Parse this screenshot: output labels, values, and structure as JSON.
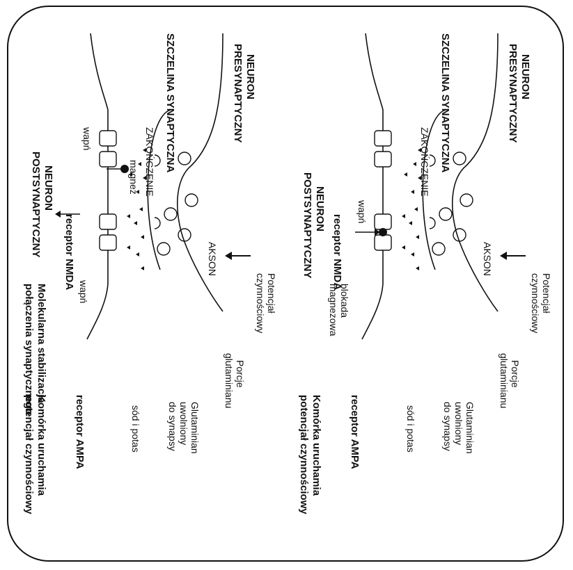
{
  "panels": [
    {
      "id": "top",
      "presynaptic_neuron": [
        "NEURON",
        "PRESYNAPTYCZNY"
      ],
      "synaptic_cleft": "SZCZELINA SYNAPTYCZNA",
      "postsynaptic_neuron": [
        "NEURON",
        "POSTSYNAPTYCZNY"
      ],
      "axon": "AKSON",
      "terminal": "ZAKOŃCZENIE",
      "action_potential": [
        "Potencjał",
        "czynnościowy"
      ],
      "glutamate_portions": [
        "Porcje",
        "glutaminianu"
      ],
      "glutamate_released": [
        "Glutaminian",
        "uwolniony",
        "do synapsy"
      ],
      "sodium_potassium": "sód i potas",
      "ampa_receptor": "receptor AMPA",
      "nmda_receptor": "receptor NMDA",
      "cell_fires": [
        "Komórka uruchamia",
        "potencjał czynnościowy"
      ],
      "magnesium_block": [
        "blokada",
        "magnezowa"
      ],
      "calcium": "wapń"
    },
    {
      "id": "bottom",
      "presynaptic_neuron": [
        "NEURON",
        "PRESYNAPTYCZNY"
      ],
      "synaptic_cleft": "SZCZELINA SYNAPTYCZNA",
      "postsynaptic_neuron": [
        "NEURON",
        "POSTSYNAPTYCZNY"
      ],
      "axon": "AKSON",
      "terminal": "ZAKOŃCZENIE",
      "action_potential": [
        "Potencjał",
        "czynnościowy"
      ],
      "glutamate_portions": [
        "Porcje",
        "glutaminianu"
      ],
      "glutamate_released": [
        "Glutaminian",
        "uwolniony",
        "do synapsy"
      ],
      "sodium_potassium": "sód i potas",
      "ampa_receptor": "receptor AMPA",
      "nmda_receptor": "receptor NMDA",
      "cell_fires": [
        "Komórka uruchamia",
        "potencjał czynnościowy"
      ],
      "magnesium": "magnez",
      "calcium_in": "wapń",
      "calcium_out": "wapń",
      "stabilization": [
        "Molekularna stabilizacja",
        "połączenia synaptycznego"
      ]
    }
  ]
}
